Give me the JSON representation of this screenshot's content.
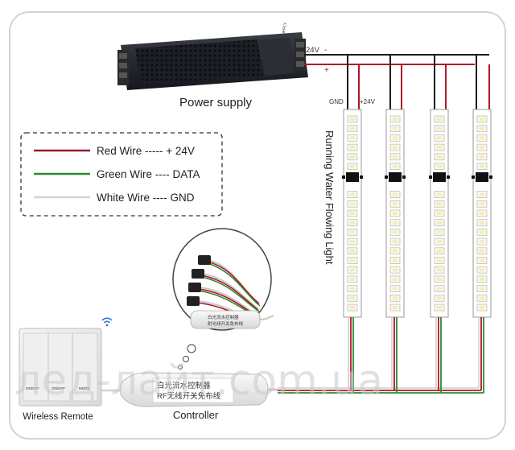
{
  "labels": {
    "power_supply": "Power supply",
    "controller": "Controller",
    "wireless_remote": "Wireless Remote",
    "running_light": "Running Water Flowing Light",
    "v24": "24V",
    "minus": "-",
    "plus": "+",
    "gnd": "GND",
    "plus24": "+24V",
    "controller_text_1": "白光流水控制器",
    "controller_text_2": "RF无线开关免布线",
    "small_controller_1": "白光流水控制器",
    "small_controller_2": "射光线开关免布线",
    "switch_btn_1": "ON/OFF",
    "switch_btn_2": "ON/OFF",
    "switch_btn_3": "MODE",
    "watermark": "лед-лайт.com.ua"
  },
  "legend": [
    {
      "label": "Red Wire ----- + 24V",
      "color": "#9b1b2f"
    },
    {
      "label": "Green Wire ---- DATA",
      "color": "#2e8b2e"
    },
    {
      "label": "White Wire ---- GND",
      "color": "#d4d4d4"
    }
  ],
  "colors": {
    "red_wire": "#b0152a",
    "green_wire": "#2e8b2e",
    "white_wire": "#d4d4d4",
    "black_wire": "#1a1a1a",
    "frame": "#cfd4da",
    "strip_chip": "#f7f7ef",
    "strip_body": "#ffffff"
  },
  "strips": [
    {
      "id": "strip-1"
    },
    {
      "id": "strip-2"
    },
    {
      "id": "strip-3"
    },
    {
      "id": "strip-4"
    }
  ]
}
